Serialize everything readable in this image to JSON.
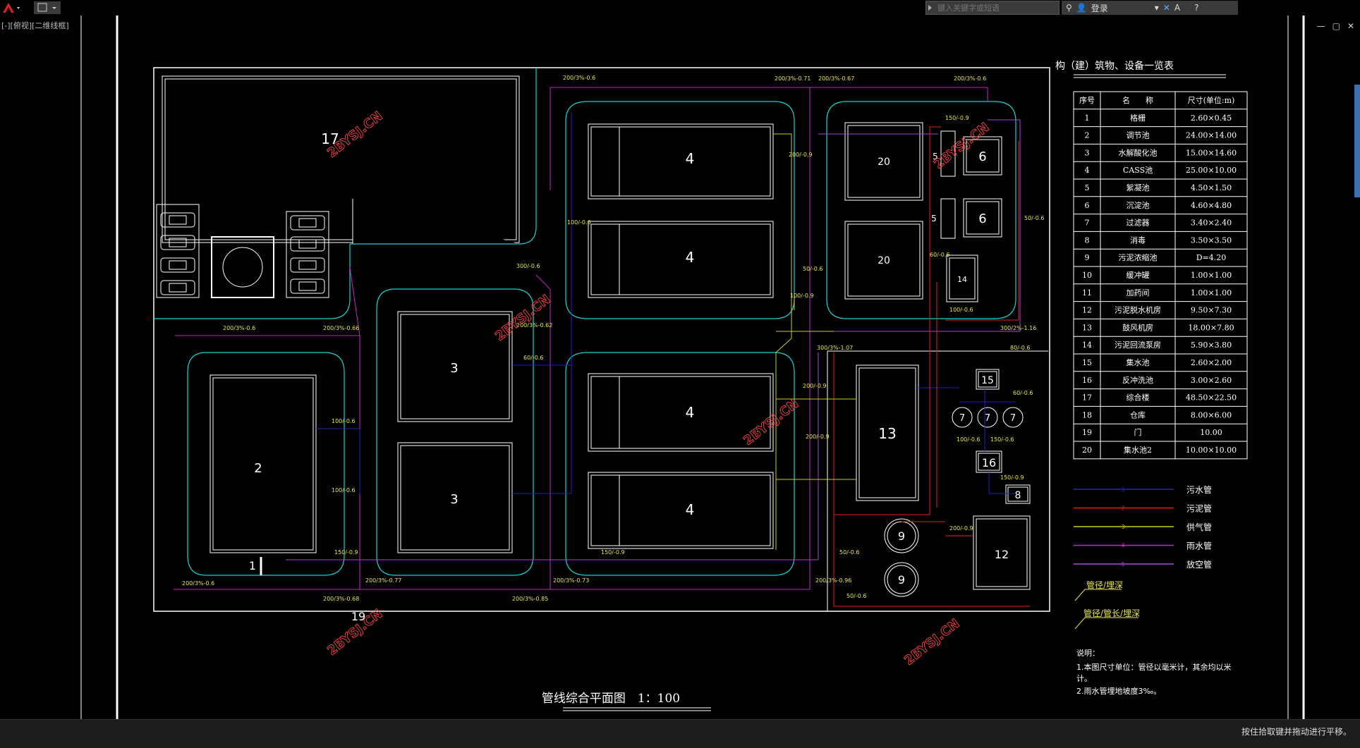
{
  "app": {
    "menu_icon": "autocad-logo-icon",
    "search_placeholder": "键入关键字或短语",
    "login_label": "登录",
    "view_label": "[-][俯视][二维线框]",
    "status_text": "按住拾取键并拖动进行平移。"
  },
  "drawing": {
    "title": "管线综合平面图　1：100",
    "table_title": "构（建）筑物、设备一览表",
    "table_headers": [
      "序号",
      "名　　称",
      "尺寸(单位:m)"
    ],
    "table_rows": [
      [
        "1",
        "格栅",
        "2.60×0.45"
      ],
      [
        "2",
        "调节池",
        "24.00×14.00"
      ],
      [
        "3",
        "水解酸化池",
        "15.00×14.60"
      ],
      [
        "4",
        "CASS池",
        "25.00×10.00"
      ],
      [
        "5",
        "絮凝池",
        "4.50×1.50"
      ],
      [
        "6",
        "沉淀池",
        "4.60×4.80"
      ],
      [
        "7",
        "过滤器",
        "3.40×2.40"
      ],
      [
        "8",
        "消毒",
        "3.50×3.50"
      ],
      [
        "9",
        "污泥浓缩池",
        "D=4.20"
      ],
      [
        "10",
        "缓冲罐",
        "1.00×1.00"
      ],
      [
        "11",
        "加药间",
        "1.00×1.00"
      ],
      [
        "12",
        "污泥脱水机房",
        "9.50×7.30"
      ],
      [
        "13",
        "鼓风机房",
        "18.00×7.80"
      ],
      [
        "14",
        "污泥回流泵房",
        "5.90×3.80"
      ],
      [
        "15",
        "集水池",
        "2.60×2.00"
      ],
      [
        "16",
        "反冲洗池",
        "3.00×2.60"
      ],
      [
        "17",
        "综合楼",
        "48.50×22.50"
      ],
      [
        "18",
        "仓库",
        "8.00×6.00"
      ],
      [
        "19",
        "门",
        "10.00"
      ],
      [
        "20",
        "集水池2",
        "10.00×10.00"
      ]
    ],
    "legend": [
      {
        "label": "污水管",
        "color": "#2222cc",
        "mark": "1"
      },
      {
        "label": "污泥管",
        "color": "#dd2222",
        "mark": "2"
      },
      {
        "label": "供气管",
        "color": "#cccc22",
        "mark": "3"
      },
      {
        "label": "雨水管",
        "color": "#cc22cc",
        "mark": "4"
      },
      {
        "label": "放空管",
        "color": "#aa44dd",
        "mark": "5"
      }
    ],
    "legend_notes": [
      "管径/埋深",
      "管径/管长/埋深"
    ],
    "notes_title": "说明：",
    "notes": [
      "1.本图尺寸单位：管径以毫米计，其余均以米",
      "计。",
      "2.雨水管埋地坡度3‰。"
    ],
    "watermark": "2BYSJ.CN",
    "buildings": {
      "b17": "17",
      "b2": "2",
      "b3a": "3",
      "b3b": "3",
      "b4a": "4",
      "b4b": "4",
      "b4c": "4",
      "b4d": "4",
      "b20a": "20",
      "b20b": "20",
      "b5a": "5",
      "b5b": "5",
      "b6a": "6",
      "b6b": "6",
      "b14": "14",
      "b13": "13",
      "b15": "15",
      "b16": "16",
      "b8": "8",
      "b12": "12",
      "b9a": "9",
      "b9b": "9",
      "b7a": "7",
      "b7b": "7",
      "b7c": "7",
      "b1": "1",
      "b19": "19"
    },
    "pipe_labels": [
      "200/3%-0.6",
      "200/3%-0.71",
      "200/3%-0.67",
      "200/3%-0.6",
      "150/-0.9",
      "200/-0.9",
      "200/3%-0.6",
      "200/3%-0.66",
      "300/-0.6",
      "50/-0.6",
      "100/-0.9",
      "60/-0.6",
      "200/3%-0.62",
      "60/-0.6",
      "300/3%-1.07",
      "300/2%-1.16",
      "80/-0.6",
      "100/-0.6",
      "100/-0.6",
      "200/-0.9",
      "200/-0.9",
      "100/-0.6",
      "150/-0.6",
      "60/-0.6",
      "150/-0.9",
      "200/-0.9",
      "150/-0.9",
      "150/-0.9",
      "200/3%-0.6",
      "200/3%-0.77",
      "200/3%-0.73",
      "200/3%-0.96",
      "200/3%-0.68",
      "200/3%-0.85",
      "50/-0.6",
      "50/-0.6",
      "50/-0.6",
      "100/-0.6",
      "100/-0.6"
    ]
  },
  "colors": {
    "frame": "#ffffff",
    "road": "#19d3d3",
    "sewage": "#2222cc",
    "sludge": "#dd2222",
    "air": "#cccc22",
    "rain": "#cc22cc",
    "drain": "#aa44dd",
    "label": "#e8e84a",
    "watermark": "#ff4444"
  }
}
